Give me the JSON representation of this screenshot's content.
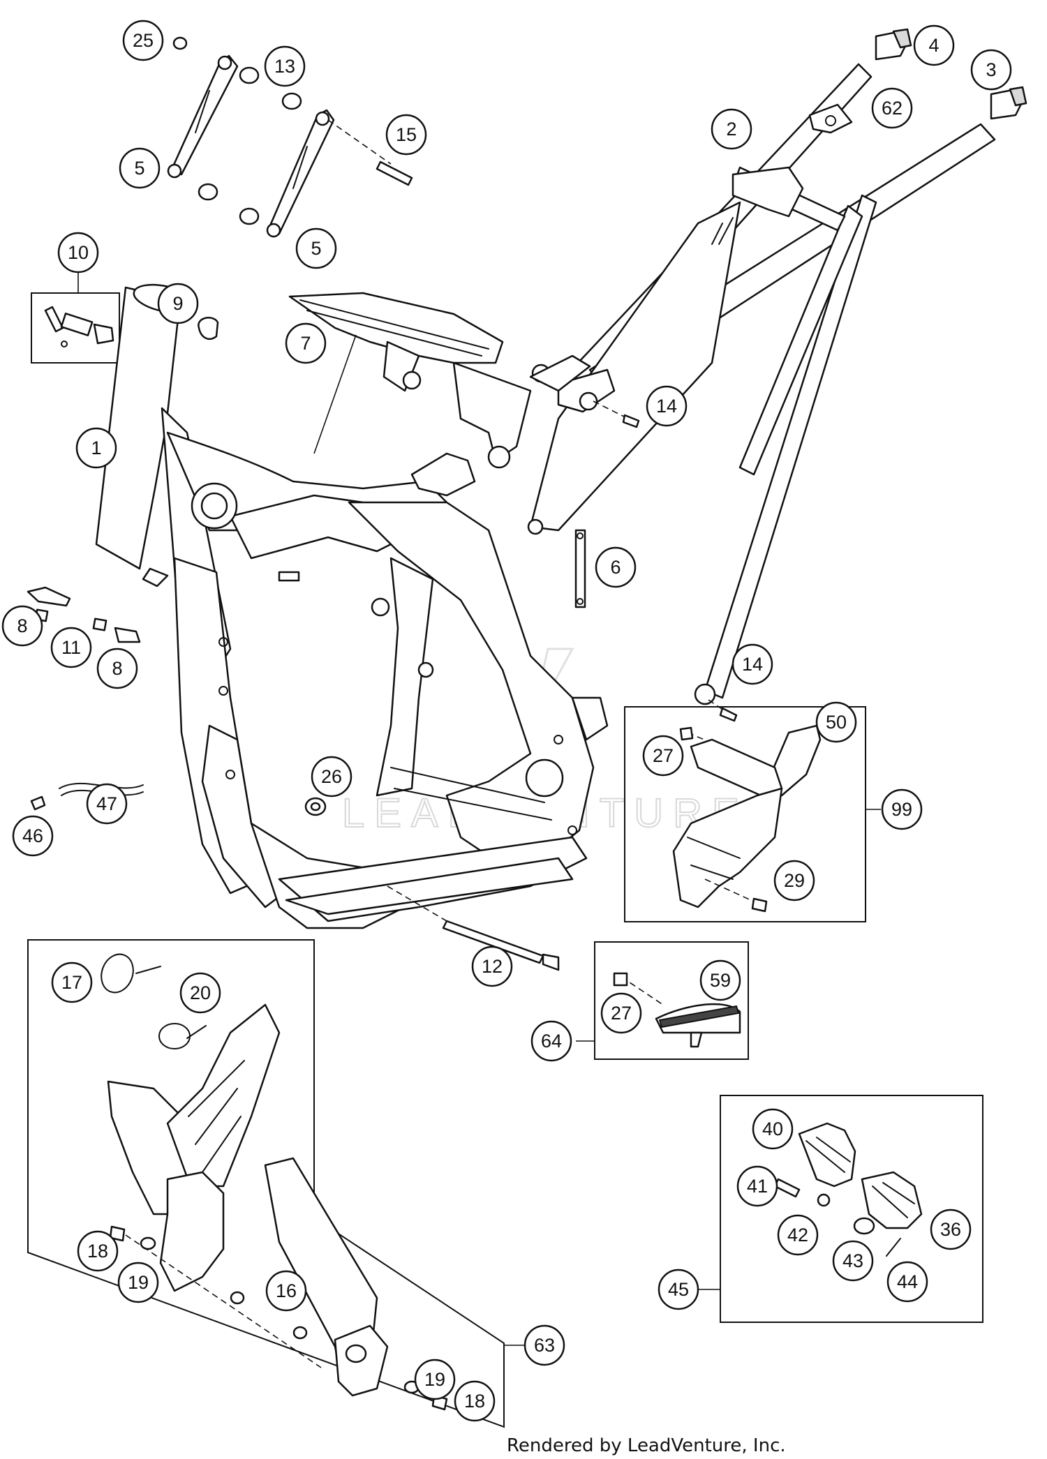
{
  "footer_text": "Rendered by LeadVenture, Inc.",
  "watermark_text": "LEADVENTURE",
  "callouts": [
    {
      "label": "25"
    },
    {
      "label": "13"
    },
    {
      "label": "15"
    },
    {
      "label": "5"
    },
    {
      "label": "5"
    },
    {
      "label": "4"
    },
    {
      "label": "3"
    },
    {
      "label": "62"
    },
    {
      "label": "2"
    },
    {
      "label": "10"
    },
    {
      "label": "9"
    },
    {
      "label": "7"
    },
    {
      "label": "1"
    },
    {
      "label": "14"
    },
    {
      "label": "14"
    },
    {
      "label": "6"
    },
    {
      "label": "8"
    },
    {
      "label": "11"
    },
    {
      "label": "8"
    },
    {
      "label": "26"
    },
    {
      "label": "47"
    },
    {
      "label": "46"
    },
    {
      "label": "27"
    },
    {
      "label": "50"
    },
    {
      "label": "99"
    },
    {
      "label": "29"
    },
    {
      "label": "12"
    },
    {
      "label": "59"
    },
    {
      "label": "27"
    },
    {
      "label": "64"
    },
    {
      "label": "17"
    },
    {
      "label": "20"
    },
    {
      "label": "18"
    },
    {
      "label": "19"
    },
    {
      "label": "16"
    },
    {
      "label": "19"
    },
    {
      "label": "18"
    },
    {
      "label": "63"
    },
    {
      "label": "40"
    },
    {
      "label": "41"
    },
    {
      "label": "42"
    },
    {
      "label": "43"
    },
    {
      "label": "44"
    },
    {
      "label": "36"
    },
    {
      "label": "45"
    }
  ]
}
